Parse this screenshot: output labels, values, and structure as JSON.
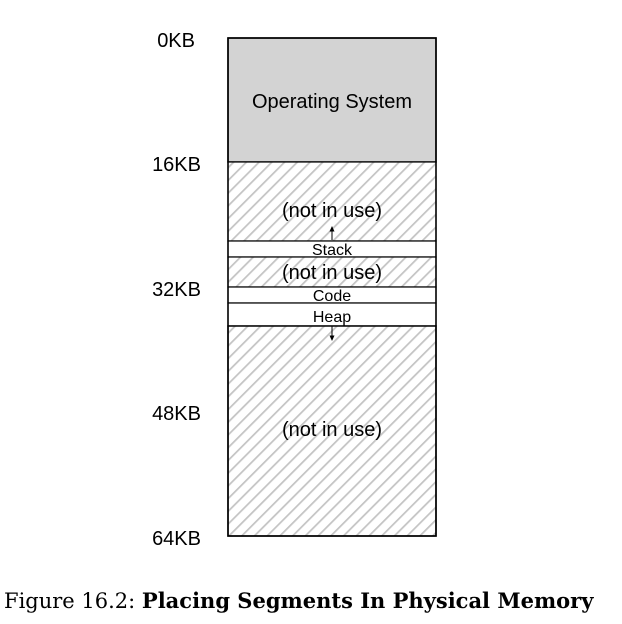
{
  "address_labels": [
    "0KB",
    "16KB",
    "32KB",
    "48KB",
    "64KB"
  ],
  "regions": {
    "operating_system": "Operating System",
    "free_top": "(not in use)",
    "stack": "Stack",
    "free_middle": "(not in use)",
    "code": "Code",
    "heap": "Heap",
    "free_bottom": "(not in use)"
  },
  "caption": {
    "prefix": "Figure 16.2: ",
    "title": "Placing Segments In Physical Memory"
  },
  "colors": {
    "os_fill": "#d3d3d3",
    "hatch_stroke": "#c4c4c4",
    "border": "#000000"
  }
}
